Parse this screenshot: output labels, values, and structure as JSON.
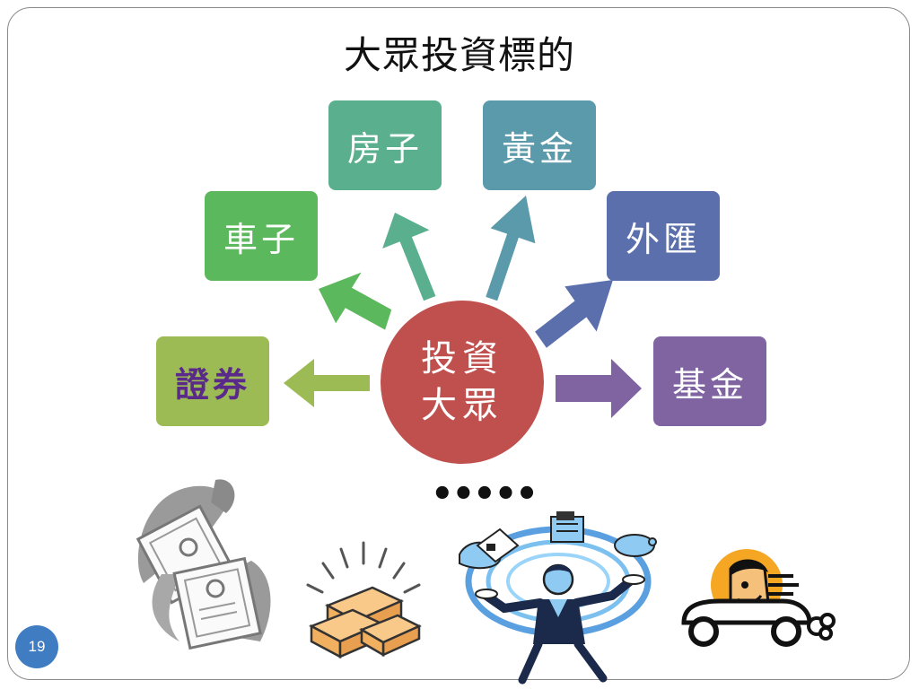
{
  "slide": {
    "title": "大眾投資標的",
    "page_number": "19",
    "ellipsis": "•••••"
  },
  "hub": {
    "line1": "投資",
    "line2": "大眾",
    "color": "#c0504d"
  },
  "targets": {
    "house": {
      "label": "房子",
      "color": "#5ab08e"
    },
    "gold": {
      "label": "黃金",
      "color": "#5a9aaa"
    },
    "car": {
      "label": "車子",
      "color": "#5cb85c"
    },
    "forex": {
      "label": "外匯",
      "color": "#5b6fad"
    },
    "securities": {
      "label": "證券",
      "color": "#9dbb55",
      "text_color": "#5a2a8a"
    },
    "fund": {
      "label": "基金",
      "color": "#8064a2"
    }
  },
  "clipart": [
    "certificates-icon",
    "gold-bars-icon",
    "juggling-businesswoman-icon",
    "driver-car-icon"
  ]
}
